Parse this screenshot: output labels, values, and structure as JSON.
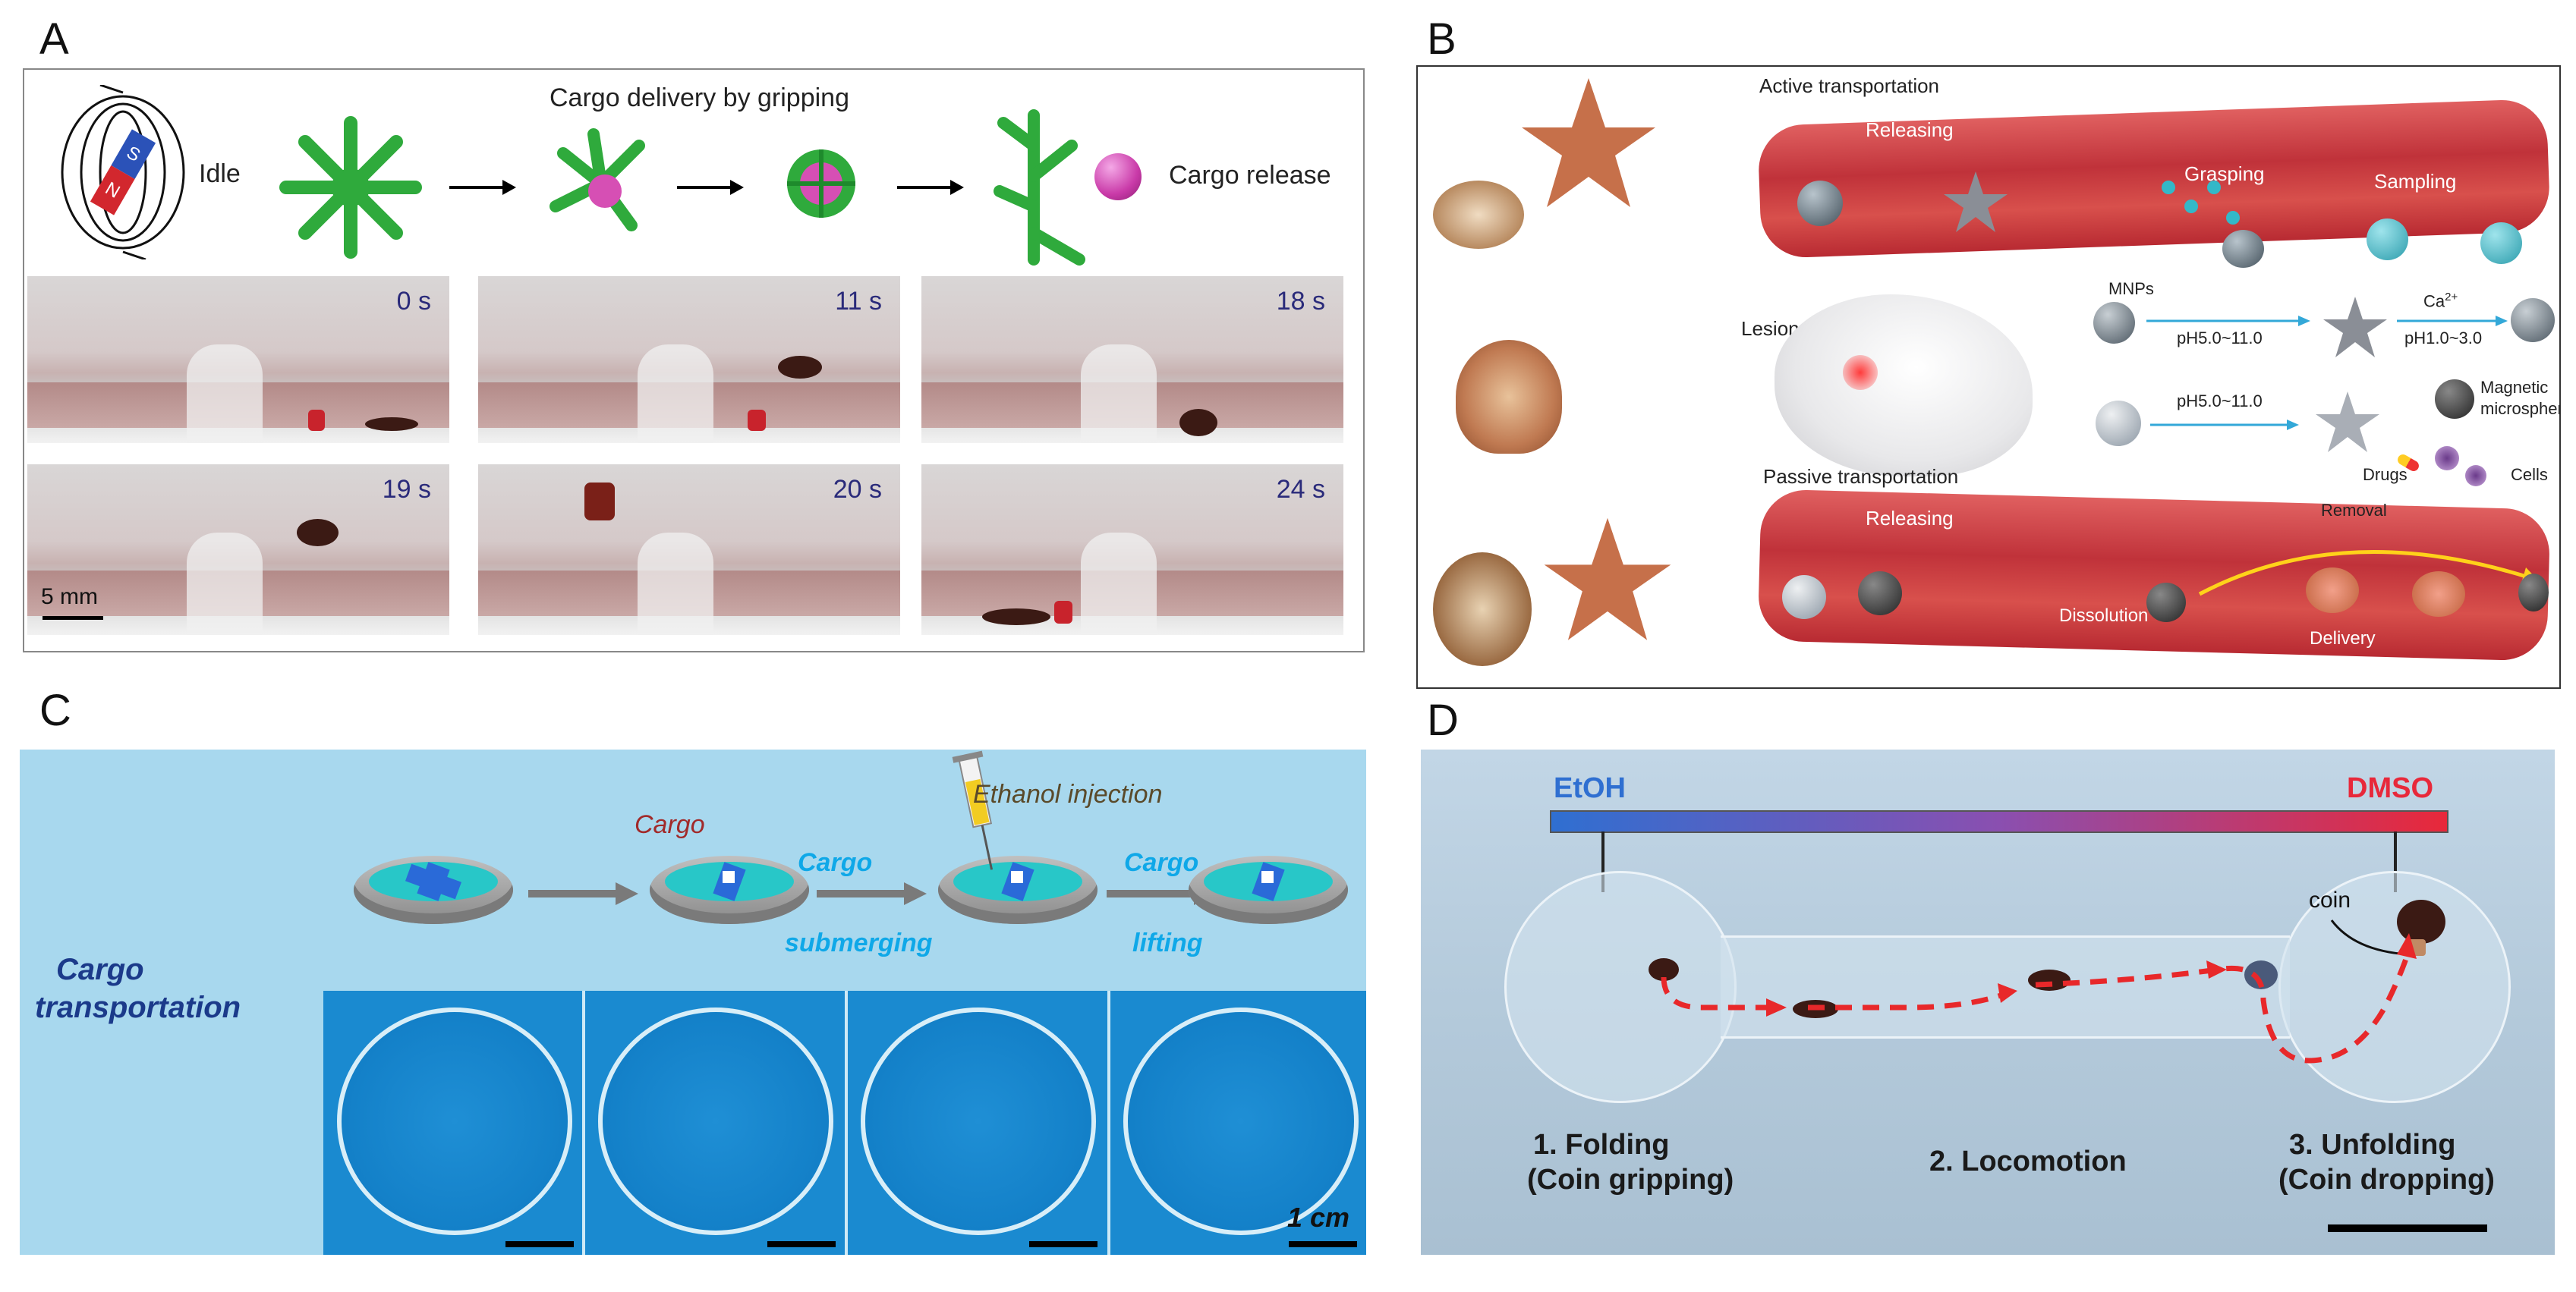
{
  "labels": {
    "a": "A",
    "b": "B",
    "c": "C",
    "d": "D"
  },
  "panel_a": {
    "title": "Cargo delivery by gripping",
    "idle": "Idle",
    "release": "Cargo release",
    "scale": "5 mm",
    "frames": [
      "0 s",
      "11 s",
      "18 s",
      "19 s",
      "20 s",
      "24 s"
    ]
  },
  "panel_b": {
    "active": "Active transportation",
    "passive": "Passive  transportation",
    "releasing_top": "Releasing",
    "grasping": "Grasping",
    "sampling": "Sampling",
    "lesion": "Lesion",
    "mnps": "MNPs",
    "ph1": "pH5.0~11.0",
    "ca": "Ca",
    "ca_sup": "2+",
    "ph2": "pH1.0~3.0",
    "ph3": "pH5.0~11.0",
    "magnetic1": "Magnetic",
    "magnetic2": "microsphere",
    "drugs": "Drugs",
    "cells": "Cells",
    "releasing_bottom": "Releasing",
    "removal": "Removal",
    "dissolution": "Dissolution",
    "delivery": "Delivery"
  },
  "panel_c": {
    "title1": "Cargo",
    "title2": "transportation",
    "cargo": "Cargo",
    "ethanol": "Ethanol injection",
    "step1a": "Cargo",
    "step1b": "submerging",
    "step2a": "Cargo",
    "step2b": "lifting",
    "scale": "1 cm"
  },
  "panel_d": {
    "etoh": "EtOH",
    "dmso": "DMSO",
    "coin": "coin",
    "step1a": "1. Folding",
    "step1b": "(Coin gripping)",
    "step2": "2. Locomotion",
    "step3a": "3. Unfolding",
    "step3b": "(Coin dropping)"
  },
  "colors": {
    "gripper_green": "#2faa3c",
    "cargo_pink": "#d64fb4",
    "vessel_red": "#c9383c",
    "cyan": "#33b8c8",
    "etoh_blue": "#2f6fd1",
    "dmso_red": "#e8283a"
  }
}
